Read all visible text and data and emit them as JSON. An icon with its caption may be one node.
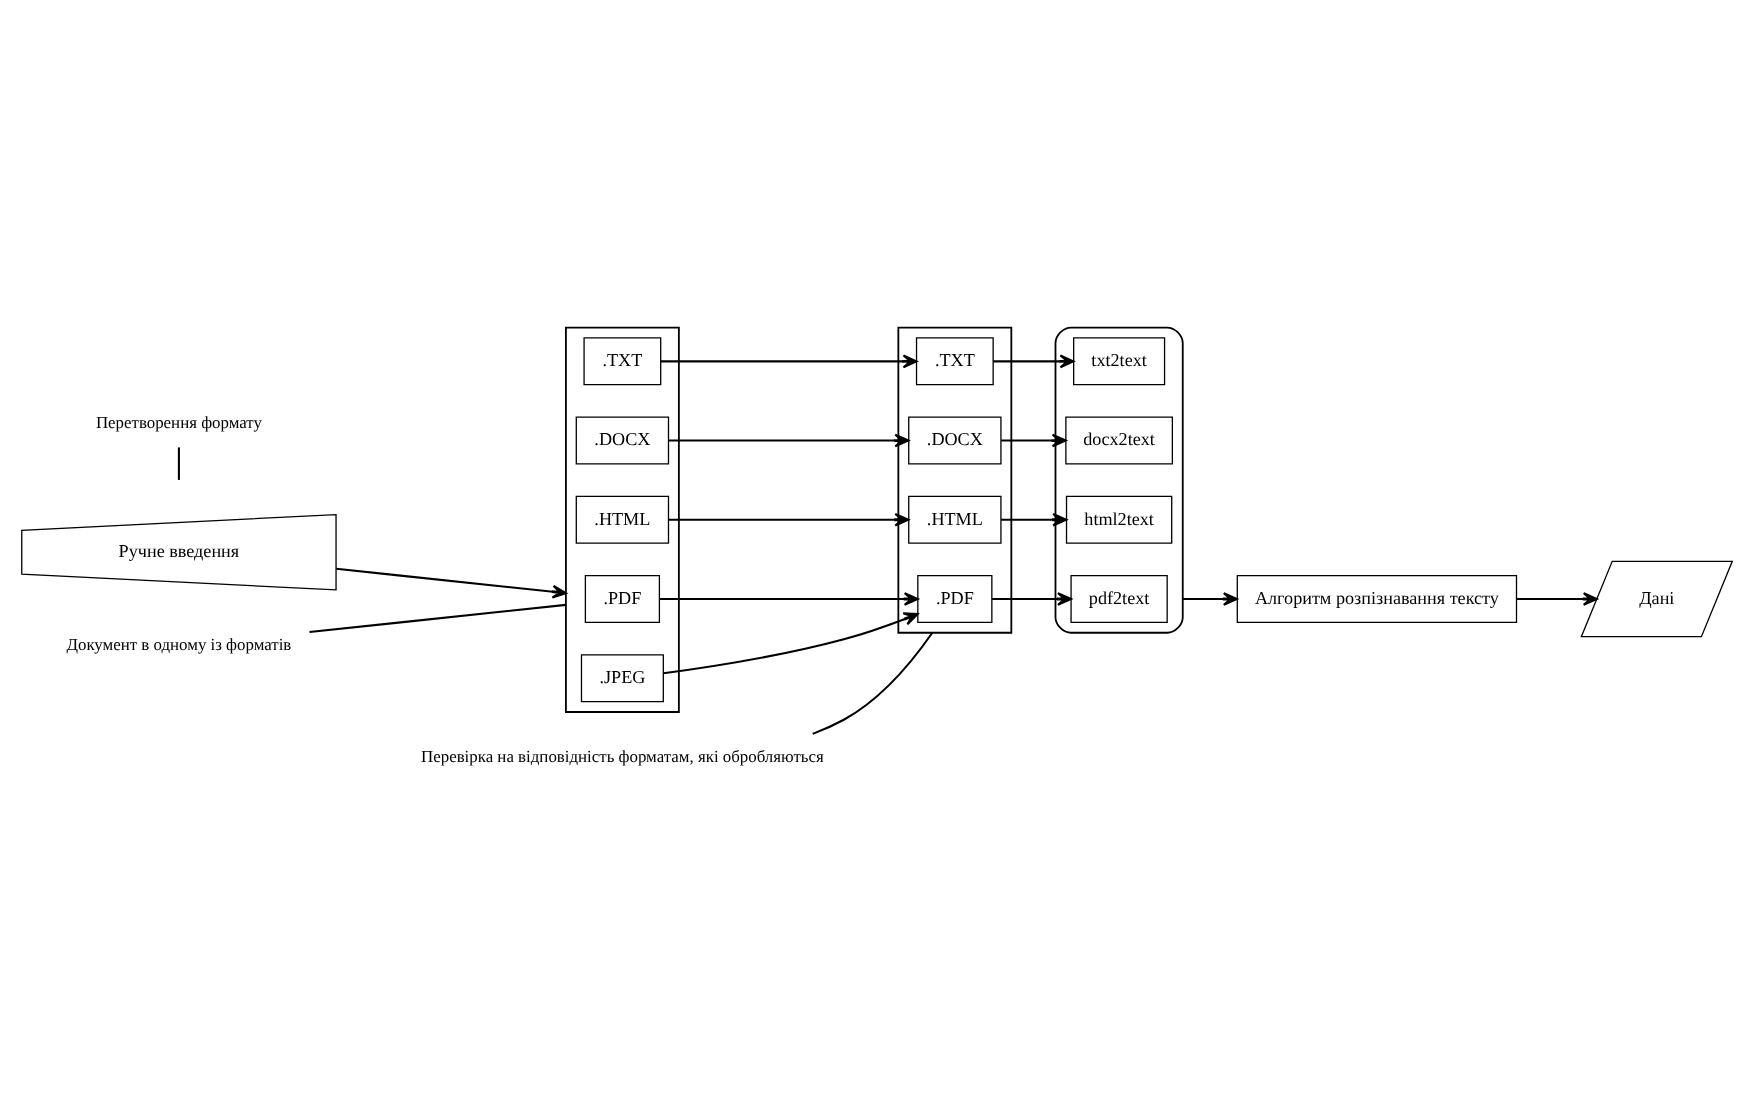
{
  "diagram": {
    "nodes": [
      {
        "text": [
          "Ручне введення"
        ]
      },
      {
        "text": [],
        "shape": "box"
      },
      {
        "text": [
          ".TXT"
        ],
        "in": 1
      },
      {
        "text": [
          ".DOCX"
        ],
        "in": 1
      },
      {
        "text": [
          ".PDF"
        ],
        "in": 1
      },
      {
        "text": [
          ".HTML"
        ],
        "in": 1
      },
      {
        "text": [
          ".JPEG"
        ],
        "in": 1
      },
      {
        "text": [],
        "shape": "box"
      },
      {
        "text": [
          ".TXT"
        ],
        "in": 7
      },
      {
        "text": [
          ".DOCX"
        ],
        "in": 7
      },
      {
        "text": [
          ".PDF"
        ],
        "in": 7
      },
      {
        "text": [
          ".HTML"
        ],
        "in": 7
      },
      {
        "text": [],
        "shape": "hexagon"
      },
      {
        "text": [
          "txt2text"
        ],
        "in": 12
      },
      {
        "text": [
          "docx2text"
        ],
        "in": 12
      },
      {
        "text": [
          "pdf2text"
        ],
        "in": 12
      },
      {
        "text": [
          "html2text"
        ],
        "in": 12
      },
      {
        "text": [
          "Алгоритм розпізнавання тексту"
        ]
      },
      {
        "text": [
          "Дані"
        ]
      },
      {
        "text": [
          "Документ в одному із форматів"
        ]
      },
      {
        "text": [
          "Перевірка на відповідність форматам, які обробляються"
        ]
      },
      {
        "text": [
          "Перетворення формату"
        ]
      }
    ],
    "edges": [
      {
        "from": 0,
        "to": 1,
        "arrow": "to"
      },
      {
        "from": 2,
        "to": 8,
        "arrow": "to"
      },
      {
        "from": 3,
        "to": 9,
        "arrow": "to"
      },
      {
        "from": 4,
        "to": 10,
        "arrow": "to"
      },
      {
        "from": 5,
        "to": 11,
        "arrow": "to"
      },
      {
        "from": 6,
        "to": 10,
        "arrow": "to"
      },
      {
        "from": 8,
        "to": 13,
        "arrow": "to"
      },
      {
        "from": 9,
        "to": 14,
        "arrow": "to"
      },
      {
        "from": 10,
        "to": 15,
        "arrow": "to"
      },
      {
        "from": 11,
        "to": 16,
        "arrow": "to"
      },
      {
        "from": 12,
        "to": 17,
        "arrow": "to"
      },
      {
        "from": 17,
        "to": 18,
        "arrow": "to"
      },
      {
        "from": 19,
        "to": 1,
        "arrow": "none"
      },
      {
        "from": 20,
        "to": 7,
        "arrow": "none"
      },
      {
        "from": 21,
        "to": null,
        "arrow": "none"
      }
    ]
  }
}
